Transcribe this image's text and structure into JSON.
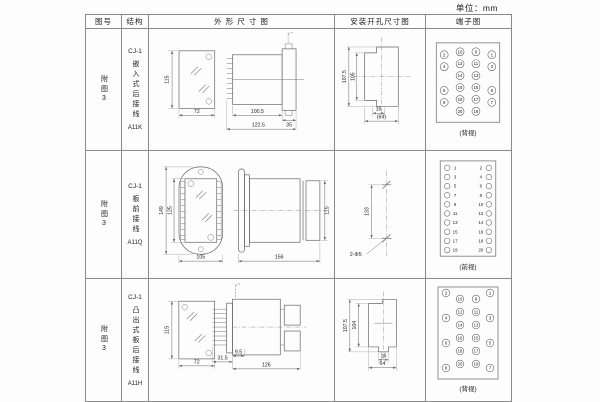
{
  "unit_label": "单位：mm",
  "colors": {
    "line": "#666666",
    "grid_border": "#8a8a8a",
    "text": "#222222",
    "background": "#fdfdfd"
  },
  "headers": {
    "fig_no": "图号",
    "structure": "结构",
    "outline": "外 形 尺 寸 图",
    "install": "安装开孔尺寸图",
    "terminal": "端子图"
  },
  "rows": [
    {
      "fig_no": "附图3",
      "model": "CJ-1",
      "structure": "嵌入式后接线",
      "code": "A11K",
      "view_label": "(背视)",
      "dims": {
        "front_h": "115",
        "front_w": "72",
        "body_len": "100.5",
        "overall_len": "122.5",
        "flange_w": "35"
      },
      "install": {
        "outer_h": "107.5",
        "inner_h": "105",
        "notch_w": "16",
        "cutout_w": "(64)"
      },
      "terminal": {
        "style": "back-grid",
        "outer_left": [
          "2",
          "4",
          "6",
          "8"
        ],
        "inner_left": [
          "10",
          "12",
          "14",
          "16",
          "18",
          "20"
        ],
        "inner_right": [
          "9",
          "11",
          "13",
          "15",
          "17",
          "19"
        ],
        "outer_right": [
          "1",
          "3",
          "5",
          "7"
        ]
      }
    },
    {
      "fig_no": "附图3",
      "model": "CJ-1",
      "structure": "板前接线",
      "code": "A11Q",
      "view_label": "(前视)",
      "dims": {
        "front_outer_h": "149",
        "front_inner_h": "125",
        "front_w": "105",
        "side_len": "156",
        "side_h": "115"
      },
      "install": {
        "hole_spacing": "133",
        "holes": "2-Φ5"
      },
      "terminal": {
        "style": "front-cols",
        "left": [
          "1",
          "3",
          "5",
          "7",
          "9",
          "11",
          "13",
          "15",
          "17",
          "19"
        ],
        "right": [
          "2",
          "4",
          "6",
          "8",
          "10",
          "12",
          "14",
          "16",
          "18",
          "20"
        ]
      }
    },
    {
      "fig_no": "附图3",
      "model": "CJ-1",
      "structure": "凸出式板后接线",
      "code": "A11H",
      "view_label": "(背视)",
      "dims": {
        "front_h": "115",
        "front_w": "72",
        "pin_len": "31.5",
        "offset": "9.5",
        "overall_len": "126"
      },
      "install": {
        "outer_h": "107.5",
        "inner_h": "104",
        "notch_w": "16",
        "cutout_w": "64"
      },
      "terminal": {
        "style": "back-stagger",
        "outer_left": [
          "2",
          "4",
          "6",
          "8"
        ],
        "inner_left": [
          "10",
          "12",
          "14",
          "16",
          "18",
          "20"
        ],
        "inner_right": [
          "9",
          "11",
          "13",
          "15",
          "17",
          "19"
        ],
        "outer_right": [
          "1",
          "3",
          "5",
          "7"
        ]
      }
    }
  ]
}
